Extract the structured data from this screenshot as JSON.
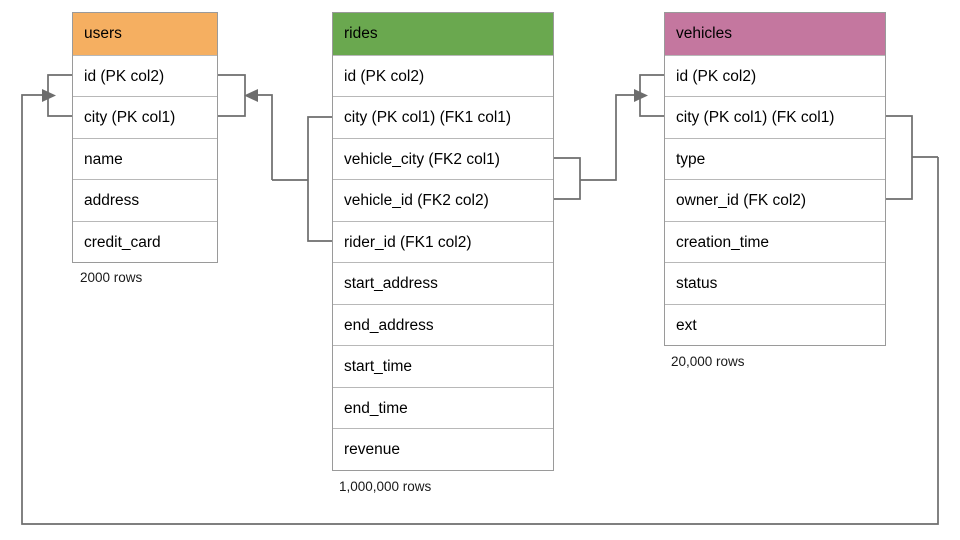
{
  "diagram": {
    "title": "Database schema ER diagram",
    "background_color": "#ffffff",
    "line_color": "#6d6d6d",
    "border_color": "#9a9a9a"
  },
  "tables": [
    {
      "id": "users",
      "name": "users",
      "header_color": "#f5af61",
      "row_count_label": "2000 rows",
      "columns": [
        {
          "label": "id (PK col2)"
        },
        {
          "label": "city (PK col1)"
        },
        {
          "label": "name"
        },
        {
          "label": "address"
        },
        {
          "label": "credit_card"
        }
      ]
    },
    {
      "id": "rides",
      "name": "rides",
      "header_color": "#6aa84f",
      "row_count_label": "1,000,000 rows",
      "columns": [
        {
          "label": "id (PK col2)"
        },
        {
          "label": "city (PK col1) (FK1 col1)"
        },
        {
          "label": "vehicle_city (FK2 col1)"
        },
        {
          "label": "vehicle_id (FK2 col2)"
        },
        {
          "label": "rider_id (FK1 col2)"
        },
        {
          "label": "start_address"
        },
        {
          "label": "end_address"
        },
        {
          "label": "start_time"
        },
        {
          "label": "end_time"
        },
        {
          "label": "revenue"
        }
      ]
    },
    {
      "id": "vehicles",
      "name": "vehicles",
      "header_color": "#c4779f",
      "row_count_label": "20,000 rows",
      "columns": [
        {
          "label": "id (PK col2)"
        },
        {
          "label": "city (PK col1) (FK col1)"
        },
        {
          "label": "type"
        },
        {
          "label": "owner_id (FK col2)"
        },
        {
          "label": "creation_time"
        },
        {
          "label": "status"
        },
        {
          "label": "ext"
        }
      ]
    }
  ]
}
